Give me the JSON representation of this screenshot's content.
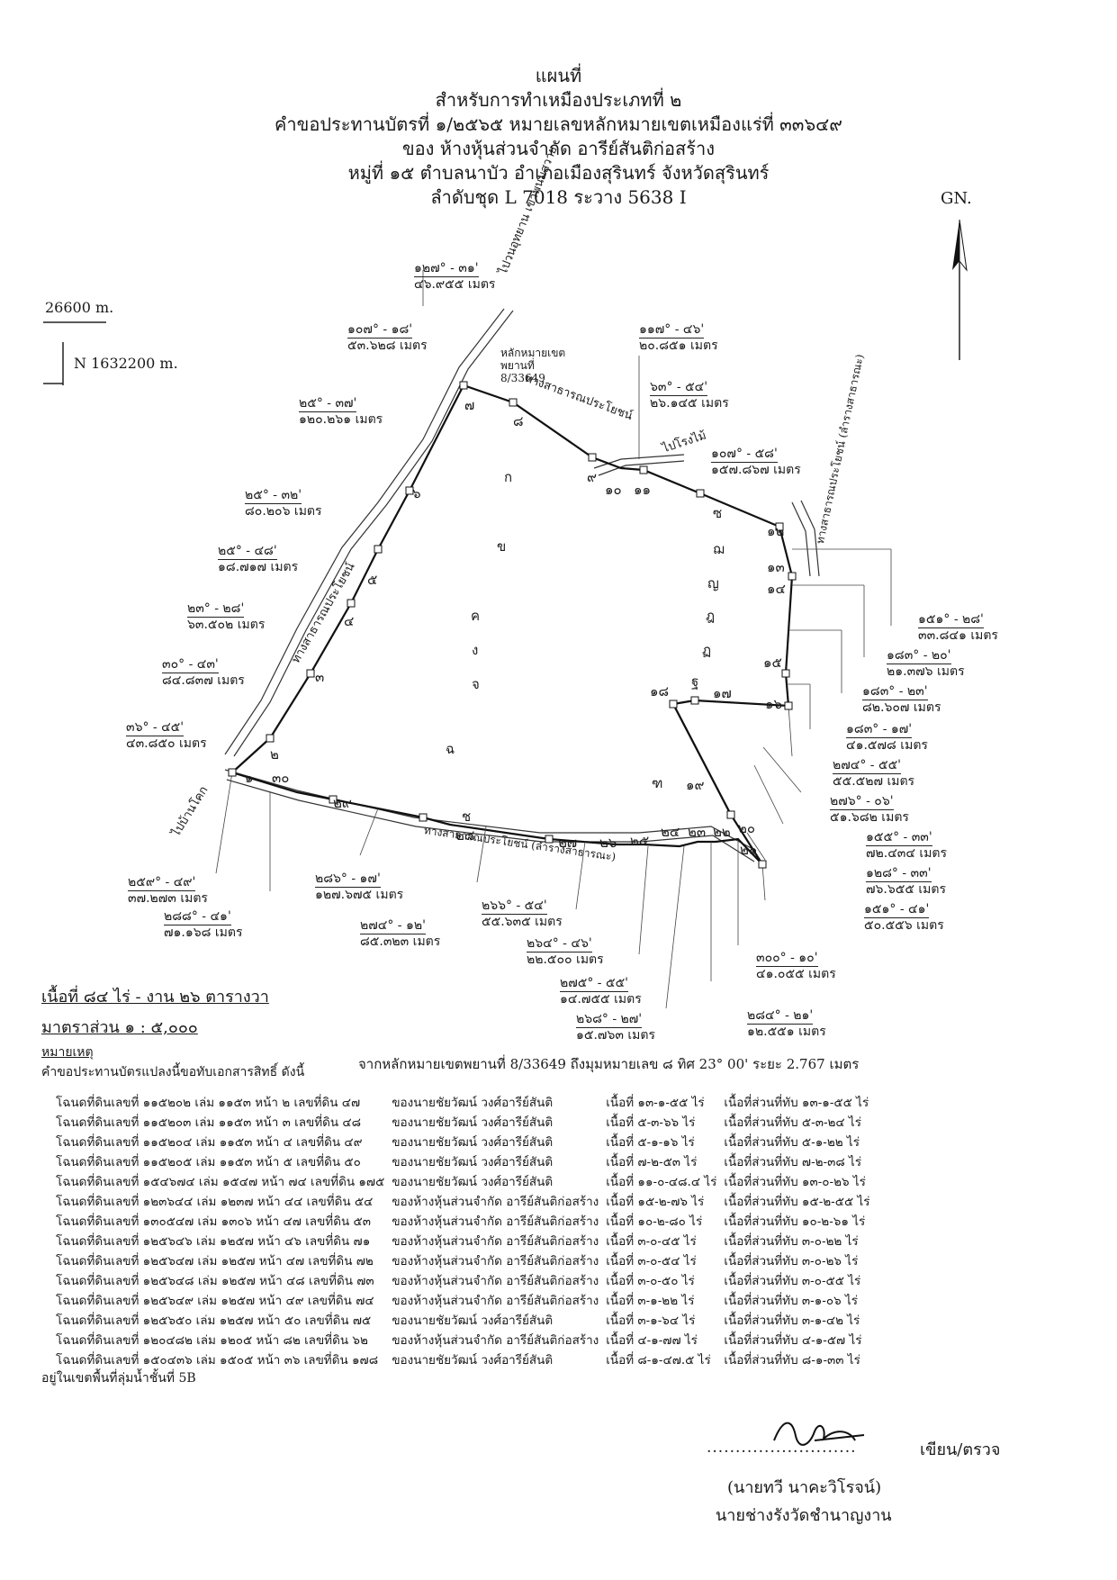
{
  "header": {
    "line1": "แผนที่",
    "line2": "สำหรับการทำเหมืองประเภทที่ ๒",
    "line3": "คำขอประทานบัตรที่ ๑/๒๕๖๕ หมายเลขหลักหมายเขตเหมืองแร่ที่ ๓๓๖๔๙",
    "line4": "ของ ห้างหุ้นส่วนจำกัด อารีย์สันติก่อสร้าง",
    "line5": "หมู่ที่ ๑๕ ตำบลนาบัว อำเภอเมืองสุรินทร์ จังหวัดสุรินทร์",
    "line6": "ลำดับชุด L 7018 ระวาง 5638 I"
  },
  "north": "GN.",
  "grid": {
    "easting": "26600 m.",
    "northing": "N 1632200 m."
  },
  "road_labels": {
    "top_road": "ไปวนอุทยาน เขาพนมสวาย",
    "pub_top": "ทางสาธารณประโยชน์",
    "to_factory": "ไปโรงไม้",
    "right_road": "ทางสาธารณประโยชน์ (ลำรางสาธารณะ)",
    "left_road": "ทางสาธารณประโยชน์",
    "bottom_road": "ทางสาธารณประโยชน์ (ลำรางสาธารณะ)",
    "to_village": "ไปบ้านโคก",
    "marker": "หลักหมายเขต พยานที่ 8/33649"
  },
  "segments": [
    {
      "bearing": "๑๒๗° - ๓๑'",
      "dist": "๔๖.๙๕๕ เมตร"
    },
    {
      "bearing": "๑๐๗° - ๑๘'",
      "dist": "๕๓.๖๒๘ เมตร"
    },
    {
      "bearing": "๑๑๗° - ๔๖'",
      "dist": "๒๐.๘๕๑ เมตร"
    },
    {
      "bearing": "๖๓° - ๕๔'",
      "dist": "๒๖.๑๔๕ เมตร"
    },
    {
      "bearing": "๒๕° - ๓๗'",
      "dist": "๑๒๐.๒๖๑ เมตร"
    },
    {
      "bearing": "๑๐๗° - ๕๘'",
      "dist": "๑๕๗.๘๖๗ เมตร"
    },
    {
      "bearing": "๒๕° - ๓๒'",
      "dist": "๘๐.๒๐๖ เมตร"
    },
    {
      "bearing": "๒๕° - ๔๘'",
      "dist": "๑๘.๗๑๗ เมตร"
    },
    {
      "bearing": "๒๓° - ๒๘'",
      "dist": "๖๓.๕๐๒ เมตร"
    },
    {
      "bearing": "๓๐° - ๔๓'",
      "dist": "๘๔.๘๓๗ เมตร"
    },
    {
      "bearing": "๓๖° - ๔๕'",
      "dist": "๔๓.๘๕๐ เมตร"
    },
    {
      "bearing": "๑๕๑° - ๒๘'",
      "dist": "๓๓.๘๔๑ เมตร"
    },
    {
      "bearing": "๑๘๓° - ๒๐'",
      "dist": "๒๑.๓๗๖ เมตร"
    },
    {
      "bearing": "๑๘๓° - ๒๓'",
      "dist": "๘๒.๖๐๗ เมตร"
    },
    {
      "bearing": "๑๘๓° - ๑๗'",
      "dist": "๔๑.๕๗๘ เมตร"
    },
    {
      "bearing": "๒๗๔° - ๕๕'",
      "dist": "๕๕.๕๒๗ เมตร"
    },
    {
      "bearing": "๒๗๖° - ๐๖'",
      "dist": "๕๑.๖๘๒ เมตร"
    },
    {
      "bearing": "๑๕๕° - ๓๓'",
      "dist": "๗๒.๔๓๔ เมตร"
    },
    {
      "bearing": "๑๒๘° - ๓๓'",
      "dist": "๗๖.๖๕๕ เมตร"
    },
    {
      "bearing": "๑๕๑° - ๔๑'",
      "dist": "๕๐.๕๕๖ เมตร"
    },
    {
      "bearing": "๓๐๐° - ๑๐'",
      "dist": "๔๑.๐๕๕ เมตร"
    },
    {
      "bearing": "๒๘๔° - ๒๑'",
      "dist": "๑๒.๕๕๑ เมตร"
    },
    {
      "bearing": "๒๖๘° - ๒๗'",
      "dist": "๑๕.๗๖๓ เมตร"
    },
    {
      "bearing": "๒๗๕° - ๕๕'",
      "dist": "๑๔.๗๕๕ เมตร"
    },
    {
      "bearing": "๒๖๔° - ๔๖'",
      "dist": "๒๒.๕๐๐ เมตร"
    },
    {
      "bearing": "๒๖๖° - ๕๔'",
      "dist": "๕๕.๖๓๕ เมตร"
    },
    {
      "bearing": "๒๗๔° - ๑๒'",
      "dist": "๘๕.๓๒๓ เมตร"
    },
    {
      "bearing": "๒๘๖° - ๑๗'",
      "dist": "๑๒๗.๖๗๕ เมตร"
    },
    {
      "bearing": "๒๘๘° - ๔๑'",
      "dist": "๗๑.๑๖๘ เมตร"
    },
    {
      "bearing": "๒๕๙° - ๔๙'",
      "dist": "๓๗.๒๗๓ เมตร"
    }
  ],
  "points": [
    "๑",
    "๒",
    "๓",
    "๔",
    "๕",
    "๖",
    "๗",
    "๘",
    "๙",
    "๑๐",
    "๑๑",
    "๑๒",
    "๑๓",
    "๑๔",
    "๑๕",
    "๑๖",
    "๑๗",
    "๑๘",
    "๑๙",
    "๒๐",
    "๒๑",
    "๒๒",
    "๒๓",
    "๒๔",
    "๒๕",
    "๒๖",
    "๒๗",
    "๒๘",
    "๒๙",
    "๓๐"
  ],
  "parcels_in_map": [
    "ก",
    "ข",
    "ค",
    "ง",
    "จ",
    "ฉ",
    "ช",
    "ซ",
    "ฌ",
    "ญ",
    "ฎ",
    "ฏ",
    "ฐ",
    "ฑ"
  ],
  "area": "เนื้อที่ ๘๔ ไร่ - งาน ๒๖ ตารางวา",
  "scale": "มาตราส่วน ๑ : ๕,๐๐๐",
  "remarks_title": "หมายเหตุ",
  "remarks_intro": "คำขอประทานบัตรแปลงนี้ขอทับเอกสารสิทธิ์ ดังนี้",
  "witness": "จากหลักหมายเขตพยานที่ 8/33649 ถึงมุมหมายเลข ๘ ทิศ 23° 00' ระยะ 2.767 เมตร",
  "deeds": [
    {
      "deed": "โฉนดที่ดินเลขที่ ๑๑๕๒๐๒ เล่ม ๑๑๕๓ หน้า ๒ เลขที่ดิน ๔๗",
      "owner": "ของนายชัยวัฒน์ วงศ์อารีย์สันติ",
      "area": "เนื้อที่ ๑๓-๑-๕๕ ไร่",
      "overlap": "เนื้อที่ส่วนที่ทับ ๑๓-๑-๕๕ ไร่"
    },
    {
      "deed": "โฉนดที่ดินเลขที่ ๑๑๕๒๐๓ เล่ม ๑๑๕๓ หน้า ๓ เลขที่ดิน ๔๘",
      "owner": "ของนายชัยวัฒน์ วงศ์อารีย์สันติ",
      "area": "เนื้อที่ ๕-๓-๖๖ ไร่",
      "overlap": "เนื้อที่ส่วนที่ทับ ๕-๓-๒๔ ไร่"
    },
    {
      "deed": "โฉนดที่ดินเลขที่ ๑๑๕๒๐๔ เล่ม ๑๑๕๓ หน้า ๔ เลขที่ดิน ๔๙",
      "owner": "ของนายชัยวัฒน์ วงศ์อารีย์สันติ",
      "area": "เนื้อที่ ๕-๑-๑๖ ไร่",
      "overlap": "เนื้อที่ส่วนที่ทับ ๕-๑-๒๒ ไร่"
    },
    {
      "deed": "โฉนดที่ดินเลขที่ ๑๑๕๒๐๕ เล่ม ๑๑๕๓ หน้า ๕ เลขที่ดิน ๕๐",
      "owner": "ของนายชัยวัฒน์ วงศ์อารีย์สันติ",
      "area": "เนื้อที่ ๗-๒-๕๓ ไร่",
      "overlap": "เนื้อที่ส่วนที่ทับ ๗-๒-๓๘ ไร่"
    },
    {
      "deed": "โฉนดที่ดินเลขที่ ๑๕๔๖๗๔ เล่ม ๑๕๔๗ หน้า ๗๔ เลขที่ดิน ๑๗๕",
      "owner": "ของนายชัยวัฒน์ วงศ์อารีย์สันติ",
      "area": "เนื้อที่ ๑๑-๐-๔๘.๔ ไร่",
      "overlap": "เนื้อที่ส่วนที่ทับ ๑๓-๐-๒๖ ไร่"
    },
    {
      "deed": "โฉนดที่ดินเลขที่ ๑๒๓๖๔๔ เล่ม ๑๒๓๗ หน้า ๔๔ เลขที่ดิน ๕๔",
      "owner": "ของห้างหุ้นส่วนจำกัด อารีย์สันติก่อสร้าง",
      "area": "เนื้อที่ ๑๕-๒-๗๖ ไร่",
      "overlap": "เนื้อที่ส่วนที่ทับ ๑๕-๒-๕๕ ไร่"
    },
    {
      "deed": "โฉนดที่ดินเลขที่ ๑๓๐๕๔๗ เล่ม ๑๓๐๖ หน้า ๔๗ เลขที่ดิน ๕๓",
      "owner": "ของห้างหุ้นส่วนจำกัด อารีย์สันติก่อสร้าง",
      "area": "เนื้อที่ ๑๐-๒-๘๐ ไร่",
      "overlap": "เนื้อที่ส่วนที่ทับ ๑๐-๒-๖๑ ไร่"
    },
    {
      "deed": "โฉนดที่ดินเลขที่ ๑๒๕๖๔๖ เล่ม ๑๒๕๗ หน้า ๔๖ เลขที่ดิน ๗๑",
      "owner": "ของห้างหุ้นส่วนจำกัด อารีย์สันติก่อสร้าง",
      "area": "เนื้อที่ ๓-๐-๔๕ ไร่",
      "overlap": "เนื้อที่ส่วนที่ทับ ๓-๐-๒๒ ไร่"
    },
    {
      "deed": "โฉนดที่ดินเลขที่ ๑๒๕๖๔๗ เล่ม ๑๒๕๗ หน้า ๔๗ เลขที่ดิน ๗๒",
      "owner": "ของห้างหุ้นส่วนจำกัด อารีย์สันติก่อสร้าง",
      "area": "เนื้อที่ ๓-๐-๕๔ ไร่",
      "overlap": "เนื้อที่ส่วนที่ทับ ๓-๐-๒๖ ไร่"
    },
    {
      "deed": "โฉนดที่ดินเลขที่ ๑๒๕๖๔๘ เล่ม ๑๒๕๗ หน้า ๔๘ เลขที่ดิน ๗๓",
      "owner": "ของห้างหุ้นส่วนจำกัด อารีย์สันติก่อสร้าง",
      "area": "เนื้อที่ ๓-๐-๕๐ ไร่",
      "overlap": "เนื้อที่ส่วนที่ทับ ๓-๐-๕๕ ไร่"
    },
    {
      "deed": "โฉนดที่ดินเลขที่ ๑๒๕๖๔๙ เล่ม ๑๒๕๗ หน้า ๔๙ เลขที่ดิน ๗๔",
      "owner": "ของห้างหุ้นส่วนจำกัด อารีย์สันติก่อสร้าง",
      "area": "เนื้อที่ ๓-๑-๒๒ ไร่",
      "overlap": "เนื้อที่ส่วนที่ทับ ๓-๑-๐๖ ไร่"
    },
    {
      "deed": "โฉนดที่ดินเลขที่ ๑๒๕๖๕๐ เล่ม ๑๒๕๗ หน้า ๕๐ เลขที่ดิน ๗๕",
      "owner": "ของนายชัยวัฒน์ วงศ์อารีย์สันติ",
      "area": "เนื้อที่ ๓-๑-๖๔ ไร่",
      "overlap": "เนื้อที่ส่วนที่ทับ ๓-๑-๔๒ ไร่"
    },
    {
      "deed": "โฉนดที่ดินเลขที่ ๑๒๐๔๘๒ เล่ม ๑๒๐๕ หน้า ๘๒ เลขที่ดิน ๖๒",
      "owner": "ของห้างหุ้นส่วนจำกัด อารีย์สันติก่อสร้าง",
      "area": "เนื้อที่ ๔-๑-๗๗ ไร่",
      "overlap": "เนื้อที่ส่วนที่ทับ ๔-๑-๕๗ ไร่"
    },
    {
      "deed": "โฉนดที่ดินเลขที่ ๑๕๐๔๓๖ เล่ม ๑๕๐๕ หน้า ๓๖ เลขที่ดิน ๑๗๘",
      "owner": "ของนายชัยวัฒน์ วงศ์อารีย์สันติ",
      "area": "เนื้อที่ ๘-๑-๔๗.๕ ไร่",
      "overlap": "เนื้อที่ส่วนที่ทับ ๘-๑-๓๓ ไร่"
    }
  ],
  "footnote": "อยู่ในเขตพื้นที่ลุ่มน้ำชั้นที่ 5B",
  "signature": {
    "role": "เขียน/ตรวจ",
    "name": "(นายทวี นาคะวิโรจน์)",
    "title": "นายช่างรังวัดชำนาญงาน"
  }
}
